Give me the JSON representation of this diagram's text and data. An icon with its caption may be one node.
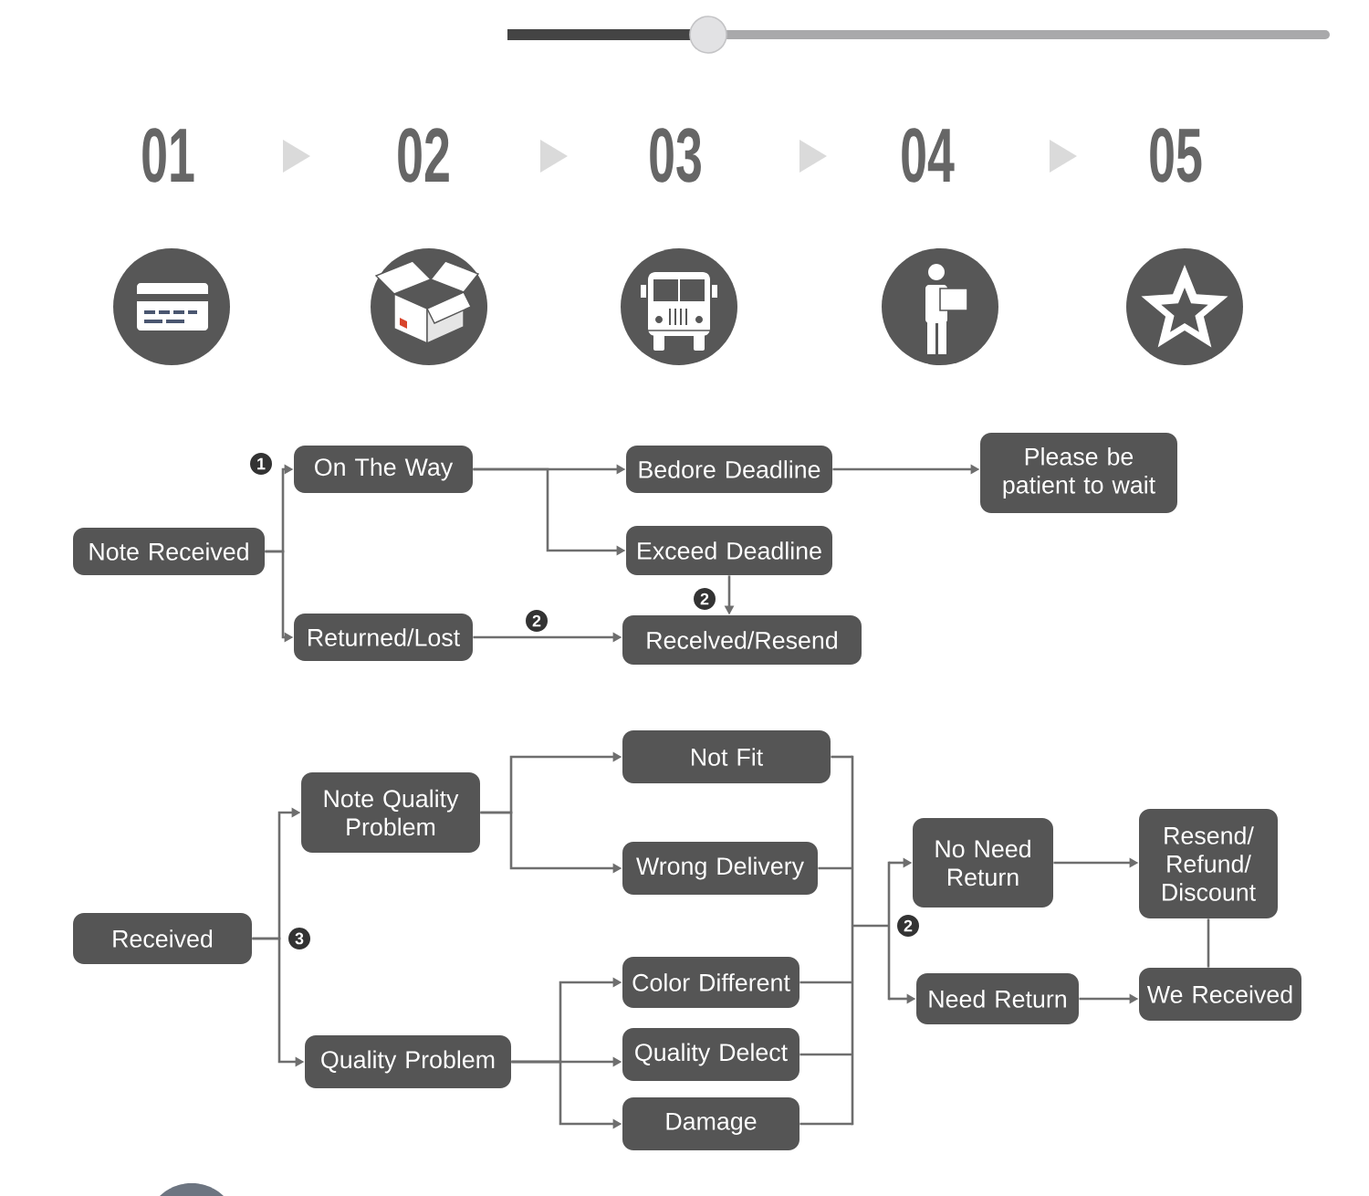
{
  "diagram": {
    "nodes": [
      {
        "text": [
          "Note Received"
        ]
      },
      {
        "text": [
          "On The Way"
        ]
      },
      {
        "text": [
          "Returned/Lost"
        ]
      },
      {
        "text": [
          "Bedore Deadline"
        ]
      },
      {
        "text": [
          "Exceed Deadline"
        ]
      },
      {
        "text": [
          "Recelved/Resend"
        ]
      },
      {
        "text": [
          "Please be patient to wait"
        ]
      },
      {
        "text": [
          "Received"
        ]
      },
      {
        "text": [
          "Note Quality Problem"
        ]
      },
      {
        "text": [
          "Quality Problem"
        ]
      },
      {
        "text": [
          "Not Fit"
        ]
      },
      {
        "text": [
          "Wrong Delivery"
        ]
      },
      {
        "text": [
          "Color Different"
        ]
      },
      {
        "text": [
          "Quality Delect"
        ]
      },
      {
        "text": [
          "Damage"
        ]
      },
      {
        "text": [
          "No Need Return"
        ]
      },
      {
        "text": [
          "Need Return"
        ]
      },
      {
        "text": [
          "Resend/ Refund/ Discount"
        ]
      },
      {
        "text": [
          "We Received"
        ]
      }
    ],
    "edges": [
      {
        "from": 0,
        "to": 1,
        "arrow": "to"
      },
      {
        "from": 0,
        "to": 2,
        "arrow": "to"
      },
      {
        "from": 1,
        "to": 3,
        "arrow": "to"
      },
      {
        "from": 1,
        "to": 4,
        "arrow": "to"
      },
      {
        "from": 3,
        "to": 6,
        "arrow": "to"
      },
      {
        "from": 4,
        "to": 5,
        "arrow": "to"
      },
      {
        "from": 2,
        "to": 5,
        "arrow": "to"
      },
      {
        "from": 7,
        "to": 8,
        "arrow": "to"
      },
      {
        "from": 7,
        "to": 9,
        "arrow": "to"
      },
      {
        "from": 8,
        "to": 10,
        "arrow": "to"
      },
      {
        "from": 8,
        "to": 11,
        "arrow": "to"
      },
      {
        "from": 9,
        "to": 12,
        "arrow": "to"
      },
      {
        "from": 9,
        "to": 13,
        "arrow": "to"
      },
      {
        "from": 9,
        "to": 14,
        "arrow": "to"
      },
      {
        "from": 10,
        "to": 15,
        "arrow": "to"
      },
      {
        "from": 10,
        "to": 16,
        "arrow": "to"
      },
      {
        "from": 11,
        "to": 15,
        "arrow": "to"
      },
      {
        "from": 11,
        "to": 16,
        "arrow": "to"
      },
      {
        "from": 12,
        "to": 15,
        "arrow": "to"
      },
      {
        "from": 12,
        "to": 16,
        "arrow": "to"
      },
      {
        "from": 13,
        "to": 15,
        "arrow": "to"
      },
      {
        "from": 13,
        "to": 16,
        "arrow": "to"
      },
      {
        "from": 14,
        "to": 15,
        "arrow": "to"
      },
      {
        "from": 14,
        "to": 16,
        "arrow": "to"
      },
      {
        "from": 15,
        "to": 17,
        "arrow": "to"
      },
      {
        "from": 16,
        "to": 18,
        "arrow": "to"
      },
      {
        "from": 17,
        "to": 18,
        "arrow": "none"
      }
    ],
    "labels": [
      "01",
      "02",
      "03",
      "04",
      "05",
      "1",
      "2",
      "2",
      "3",
      "2"
    ]
  }
}
